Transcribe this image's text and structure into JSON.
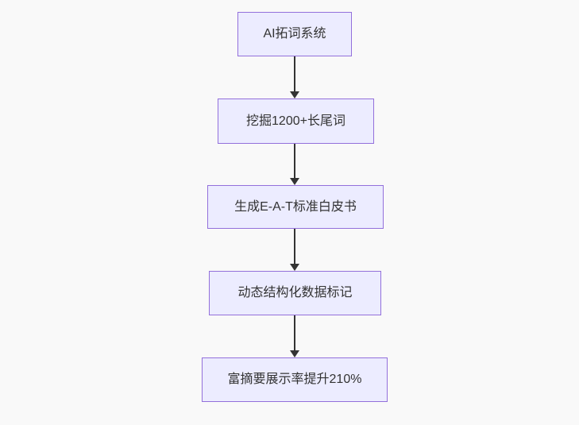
{
  "diagram": {
    "type": "flowchart",
    "direction": "top-down",
    "colors": {
      "background": "#f9f9f9",
      "node_fill": "#ececff",
      "node_border": "#9370db",
      "text": "#333333",
      "arrow": "#333333"
    },
    "nodes": [
      {
        "label": "AI拓词系统"
      },
      {
        "label": "挖掘1200+长尾词"
      },
      {
        "label": "生成E-A-T标准白皮书"
      },
      {
        "label": "动态结构化数据标记"
      },
      {
        "label": "富摘要展示率提升210%"
      }
    ],
    "edges": [
      {
        "from": 0,
        "to": 1,
        "style": "solid-arrow"
      },
      {
        "from": 1,
        "to": 2,
        "style": "solid-arrow"
      },
      {
        "from": 2,
        "to": 3,
        "style": "solid-arrow"
      },
      {
        "from": 3,
        "to": 4,
        "style": "solid-arrow"
      }
    ]
  }
}
